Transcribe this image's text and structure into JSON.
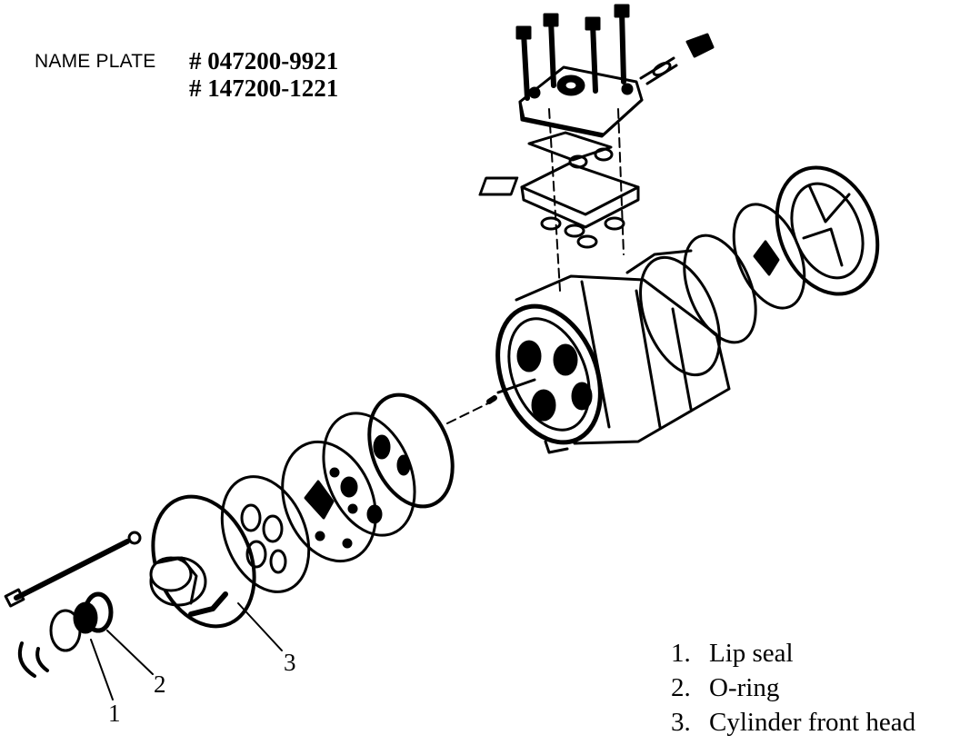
{
  "nameplate": {
    "label": "NAME PLATE",
    "numbers": [
      "# 047200-9921",
      "# 147200-1221"
    ]
  },
  "callouts": [
    "1",
    "2",
    "3"
  ],
  "legend": [
    {
      "num": "1.",
      "text": "Lip seal"
    },
    {
      "num": "2.",
      "text": "O-ring"
    },
    {
      "num": "3.",
      "text": "Cylinder front head"
    }
  ]
}
